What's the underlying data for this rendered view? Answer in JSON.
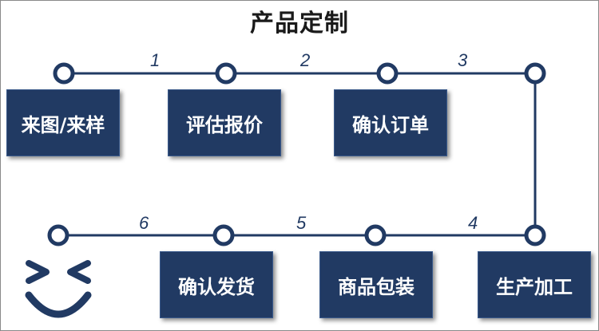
{
  "title": "产品定制",
  "steps": [
    "来图/来样",
    "评估报价",
    "确认订单",
    "生产加工",
    "商品包装",
    "确认发货"
  ],
  "step_numbers": [
    "1",
    "2",
    "3",
    "4",
    "5",
    "6"
  ],
  "colors": {
    "box": "#213a63",
    "line": "#213a63",
    "text": "#ffffff"
  },
  "icons": [
    "smiley-face-icon"
  ]
}
